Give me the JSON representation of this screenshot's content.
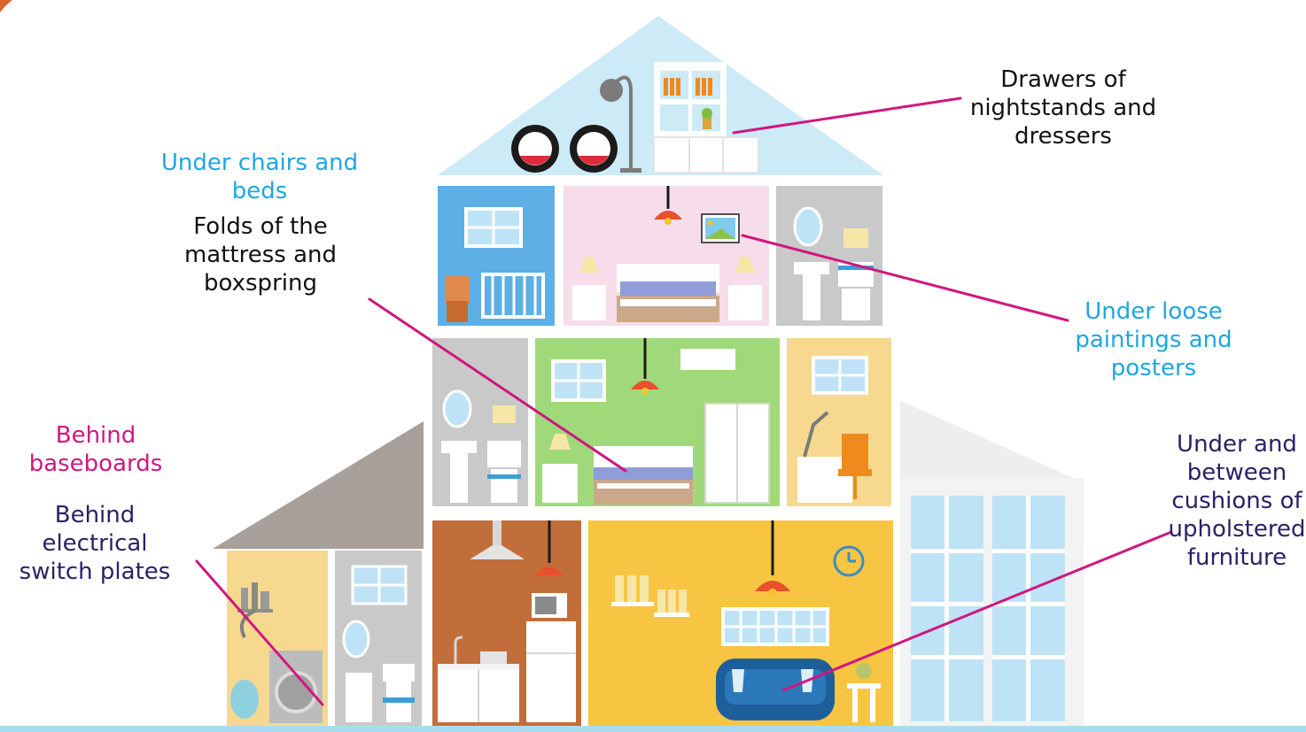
{
  "labels": {
    "drawers": "Drawers of\nnightstands and\ndressers",
    "under_chairs": "Under chairs and\nbeds",
    "folds": "Folds of the\nmattress and\nboxspring",
    "under_paintings": "Under loose\npaintings and\nposters",
    "behind_baseboards": "Behind\nbaseboards",
    "behind_switch": "Behind electrical\nswitch plates",
    "under_cushions": "Under and\nbetween\ncushions of\nupholstered\nfurniture"
  },
  "colors": {
    "pointer_line": "#d0177f",
    "label_black": "#111111",
    "label_cyan": "#1ea7e1",
    "label_pink": "#d0177f",
    "label_navy": "#2a2166"
  }
}
